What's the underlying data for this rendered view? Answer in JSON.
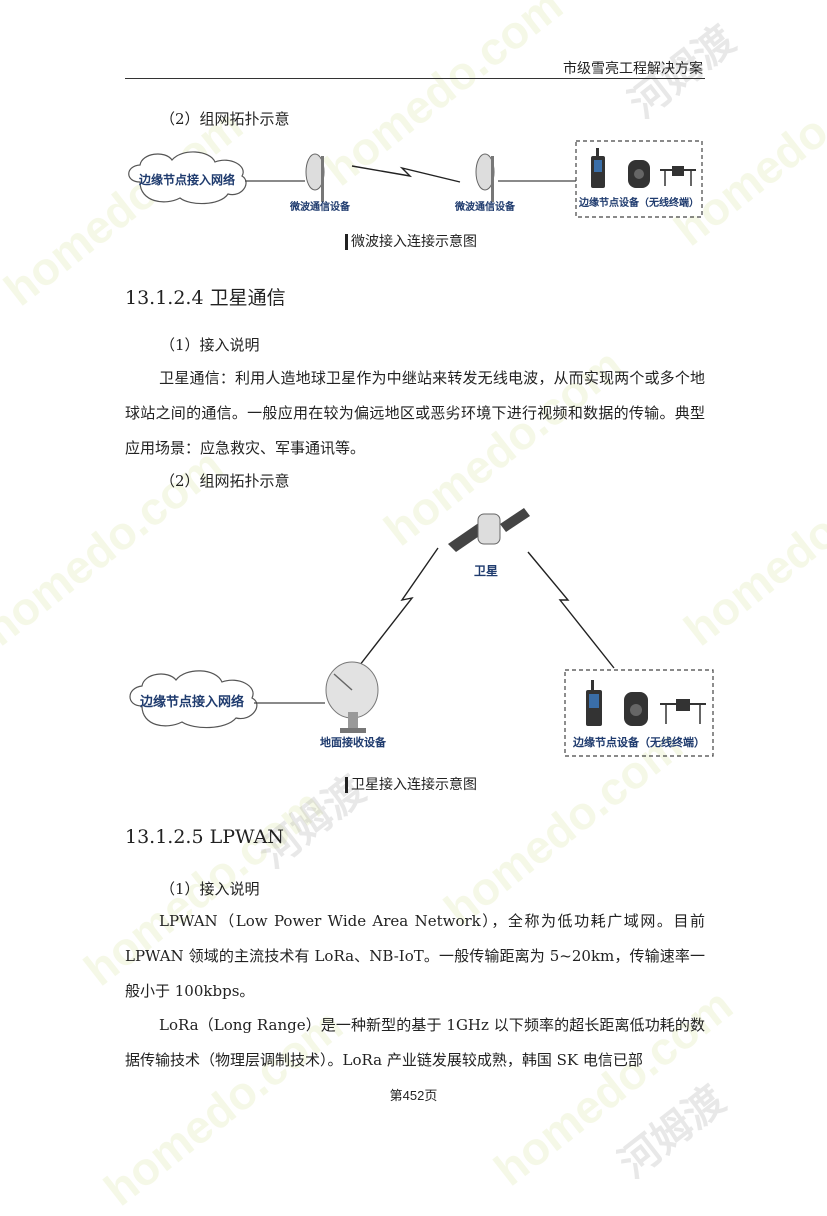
{
  "header": {
    "title": "市级雪亮工程解决方案"
  },
  "section1": {
    "topology_label": "（2）组网拓扑示意",
    "diagram": {
      "cloud": "边缘节点接入网络",
      "device_a": "微波通信设备",
      "device_b": "微波通信设备",
      "terminals": "边缘节点设备（无线终端）"
    },
    "caption": "微波接入连接示意图"
  },
  "section2": {
    "heading": "13.1.2.4 卫星通信",
    "intro_label": "（1）接入说明",
    "paragraph": "卫星通信：利用人造地球卫星作为中继站来转发无线电波，从而实现两个或多个地球站之间的通信。一般应用在较为偏远地区或恶劣环境下进行视频和数据的传输。典型应用场景：应急救灾、军事通讯等。",
    "topology_label": "（2）组网拓扑示意",
    "diagram": {
      "satellite": "卫星",
      "cloud": "边缘节点接入网络",
      "ground": "地面接收设备",
      "terminals": "边缘节点设备（无线终端）"
    },
    "caption": "卫星接入连接示意图"
  },
  "section3": {
    "heading": "13.1.2.5 LPWAN",
    "intro_label": "（1）接入说明",
    "paragraph1": "LPWAN（Low Power Wide Area Network），全称为低功耗广域网。目前 LPWAN 领域的主流技术有 LoRa、NB-IoT。一般传输距离为 5~20km，传输速率一般小于 100kbps。",
    "paragraph2": "LoRa（Long Range）是一种新型的基于 1GHz 以下频率的超长距离低功耗的数据传输技术（物理层调制技术）。LoRa 产业链发展较成熟，韩国 SK 电信已部"
  },
  "footer": {
    "page_number": "第452页"
  },
  "watermark": {
    "text": "homedo.com",
    "text_cn": "河姆渡"
  },
  "colors": {
    "diagram_text": "#1f3b6e",
    "cloud_fill": "#ffffff",
    "dashed_box": "#444444"
  }
}
